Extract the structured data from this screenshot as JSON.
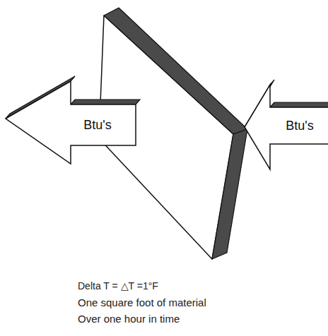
{
  "diagram": {
    "nodes": [
      {
        "text": [
          "Btu's"
        ]
      },
      {
        "text": [
          "Btu's"
        ]
      }
    ],
    "labels": [
      "Delta T = △T =1°F",
      "One square foot of material",
      "Over one hour in time"
    ]
  }
}
